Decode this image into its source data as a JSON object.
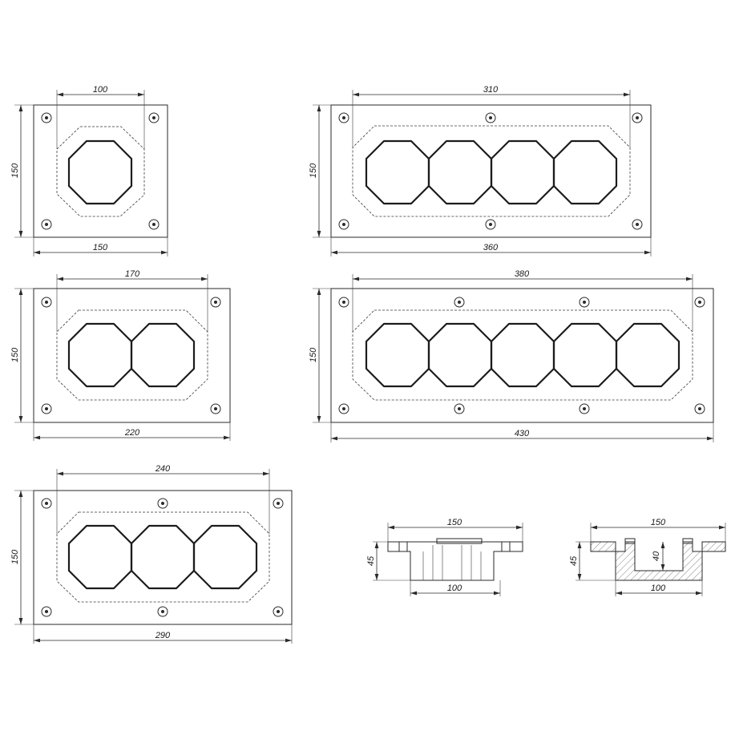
{
  "plates": [
    {
      "id": "plate-1-gang",
      "width_label": "150",
      "height_label": "150",
      "cutout_label": "100",
      "gangs": 1
    },
    {
      "id": "plate-2-gang",
      "width_label": "220",
      "height_label": "150",
      "cutout_label": "170",
      "gangs": 2
    },
    {
      "id": "plate-3-gang",
      "width_label": "290",
      "height_label": "150",
      "cutout_label": "240",
      "gangs": 3
    },
    {
      "id": "plate-4-gang",
      "width_label": "360",
      "height_label": "150",
      "cutout_label": "310",
      "gangs": 4
    },
    {
      "id": "plate-5-gang",
      "width_label": "430",
      "height_label": "150",
      "cutout_label": "380",
      "gangs": 5
    }
  ],
  "side_view": {
    "top_width_label": "150",
    "height_label": "45",
    "bottom_width_label": "100"
  },
  "section_view": {
    "top_width_label": "150",
    "height_label": "45",
    "depth_label": "40",
    "bottom_width_label": "100"
  }
}
